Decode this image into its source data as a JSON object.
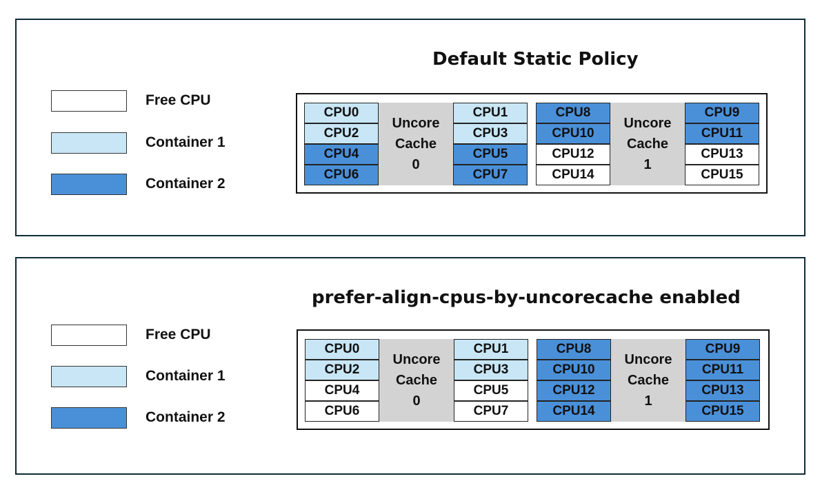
{
  "colors": {
    "free": "#ffffff",
    "container1": "#c8e6f5",
    "container2": "#4a90d9",
    "cache": "#d3d3d3",
    "border": "#0f2a38"
  },
  "panels": [
    {
      "title": "Default Static Policy",
      "legend": [
        {
          "label": "Free CPU",
          "status": "free"
        },
        {
          "label": "Container 1",
          "status": "c1"
        },
        {
          "label": "Container 2",
          "status": "c2"
        }
      ],
      "groups": [
        {
          "cache_lines": [
            "Uncore",
            "Cache",
            "0"
          ],
          "left": [
            {
              "cpu": "CPU0",
              "status": "c1"
            },
            {
              "cpu": "CPU2",
              "status": "c1"
            },
            {
              "cpu": "CPU4",
              "status": "c2"
            },
            {
              "cpu": "CPU6",
              "status": "c2"
            }
          ],
          "right": [
            {
              "cpu": "CPU1",
              "status": "c1"
            },
            {
              "cpu": "CPU3",
              "status": "c1"
            },
            {
              "cpu": "CPU5",
              "status": "c2"
            },
            {
              "cpu": "CPU7",
              "status": "c2"
            }
          ]
        },
        {
          "cache_lines": [
            "Uncore",
            "Cache",
            "1"
          ],
          "left": [
            {
              "cpu": "CPU8",
              "status": "c2"
            },
            {
              "cpu": "CPU10",
              "status": "c2"
            },
            {
              "cpu": "CPU12",
              "status": "free"
            },
            {
              "cpu": "CPU14",
              "status": "free"
            }
          ],
          "right": [
            {
              "cpu": "CPU9",
              "status": "c2"
            },
            {
              "cpu": "CPU11",
              "status": "c2"
            },
            {
              "cpu": "CPU13",
              "status": "free"
            },
            {
              "cpu": "CPU15",
              "status": "free"
            }
          ]
        }
      ]
    },
    {
      "title": "prefer-align-cpus-by-uncorecache enabled",
      "legend": [
        {
          "label": "Free CPU",
          "status": "free"
        },
        {
          "label": "Container 1",
          "status": "c1"
        },
        {
          "label": "Container 2",
          "status": "c2"
        }
      ],
      "groups": [
        {
          "cache_lines": [
            "Uncore",
            "Cache",
            "0"
          ],
          "left": [
            {
              "cpu": "CPU0",
              "status": "c1"
            },
            {
              "cpu": "CPU2",
              "status": "c1"
            },
            {
              "cpu": "CPU4",
              "status": "free"
            },
            {
              "cpu": "CPU6",
              "status": "free"
            }
          ],
          "right": [
            {
              "cpu": "CPU1",
              "status": "c1"
            },
            {
              "cpu": "CPU3",
              "status": "c1"
            },
            {
              "cpu": "CPU5",
              "status": "free"
            },
            {
              "cpu": "CPU7",
              "status": "free"
            }
          ]
        },
        {
          "cache_lines": [
            "Uncore",
            "Cache",
            "1"
          ],
          "left": [
            {
              "cpu": "CPU8",
              "status": "c2"
            },
            {
              "cpu": "CPU10",
              "status": "c2"
            },
            {
              "cpu": "CPU12",
              "status": "c2"
            },
            {
              "cpu": "CPU14",
              "status": "c2"
            }
          ],
          "right": [
            {
              "cpu": "CPU9",
              "status": "c2"
            },
            {
              "cpu": "CPU11",
              "status": "c2"
            },
            {
              "cpu": "CPU13",
              "status": "c2"
            },
            {
              "cpu": "CPU15",
              "status": "c2"
            }
          ]
        }
      ]
    }
  ]
}
